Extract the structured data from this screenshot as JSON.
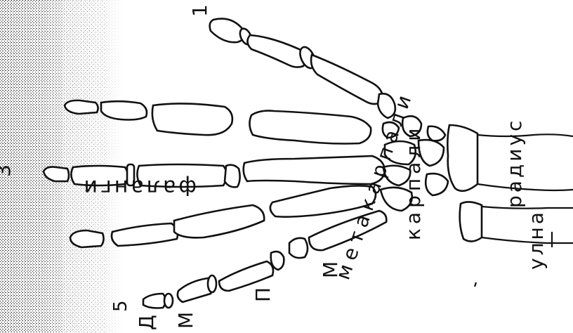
{
  "figure": {
    "labels": {
      "phalanges": "фаланги",
      "metacarpals": "метакарпали",
      "carpals": "карпали",
      "radius": "радиус",
      "ulna": "улна",
      "finger_1": "1",
      "finger_3": "3",
      "finger_5": "5",
      "distal": "Д",
      "middle": "М",
      "proximal": "П",
      "metacarpal_marker": "М"
    }
  }
}
